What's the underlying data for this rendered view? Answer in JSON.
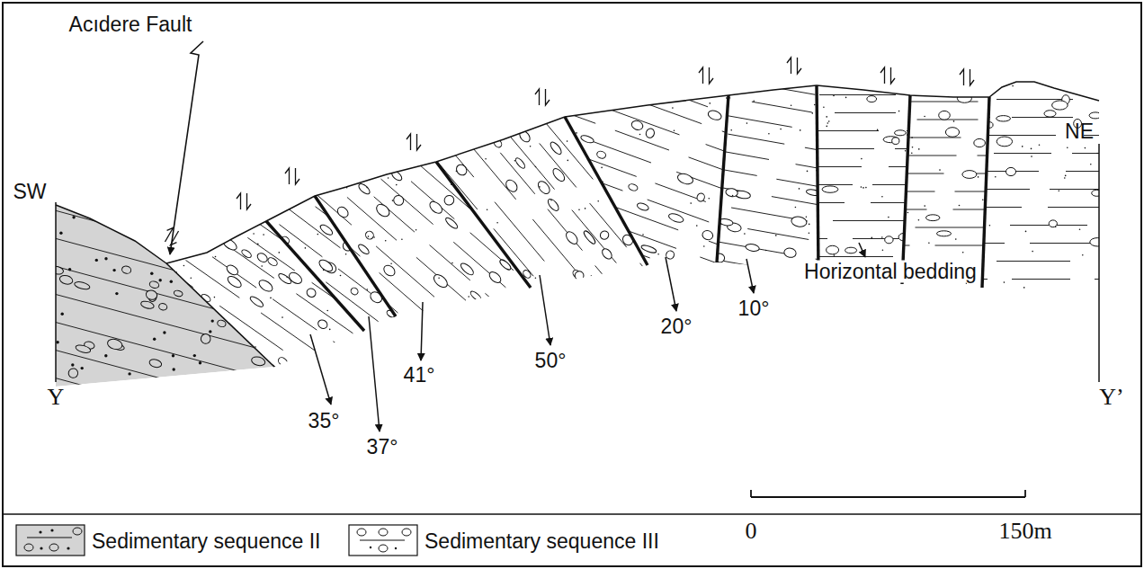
{
  "diagram": {
    "labels": [
      "Acıdere Fault",
      "SW",
      "NE",
      "Y",
      "Y’",
      "35°",
      "37°",
      "41°",
      "50°",
      "20°",
      "10°",
      "Horizontal bedding",
      "0",
      "150m"
    ],
    "legend": [
      {
        "text": "Sedimentary sequence II"
      },
      {
        "text": "Sedimentary sequence III"
      }
    ]
  }
}
